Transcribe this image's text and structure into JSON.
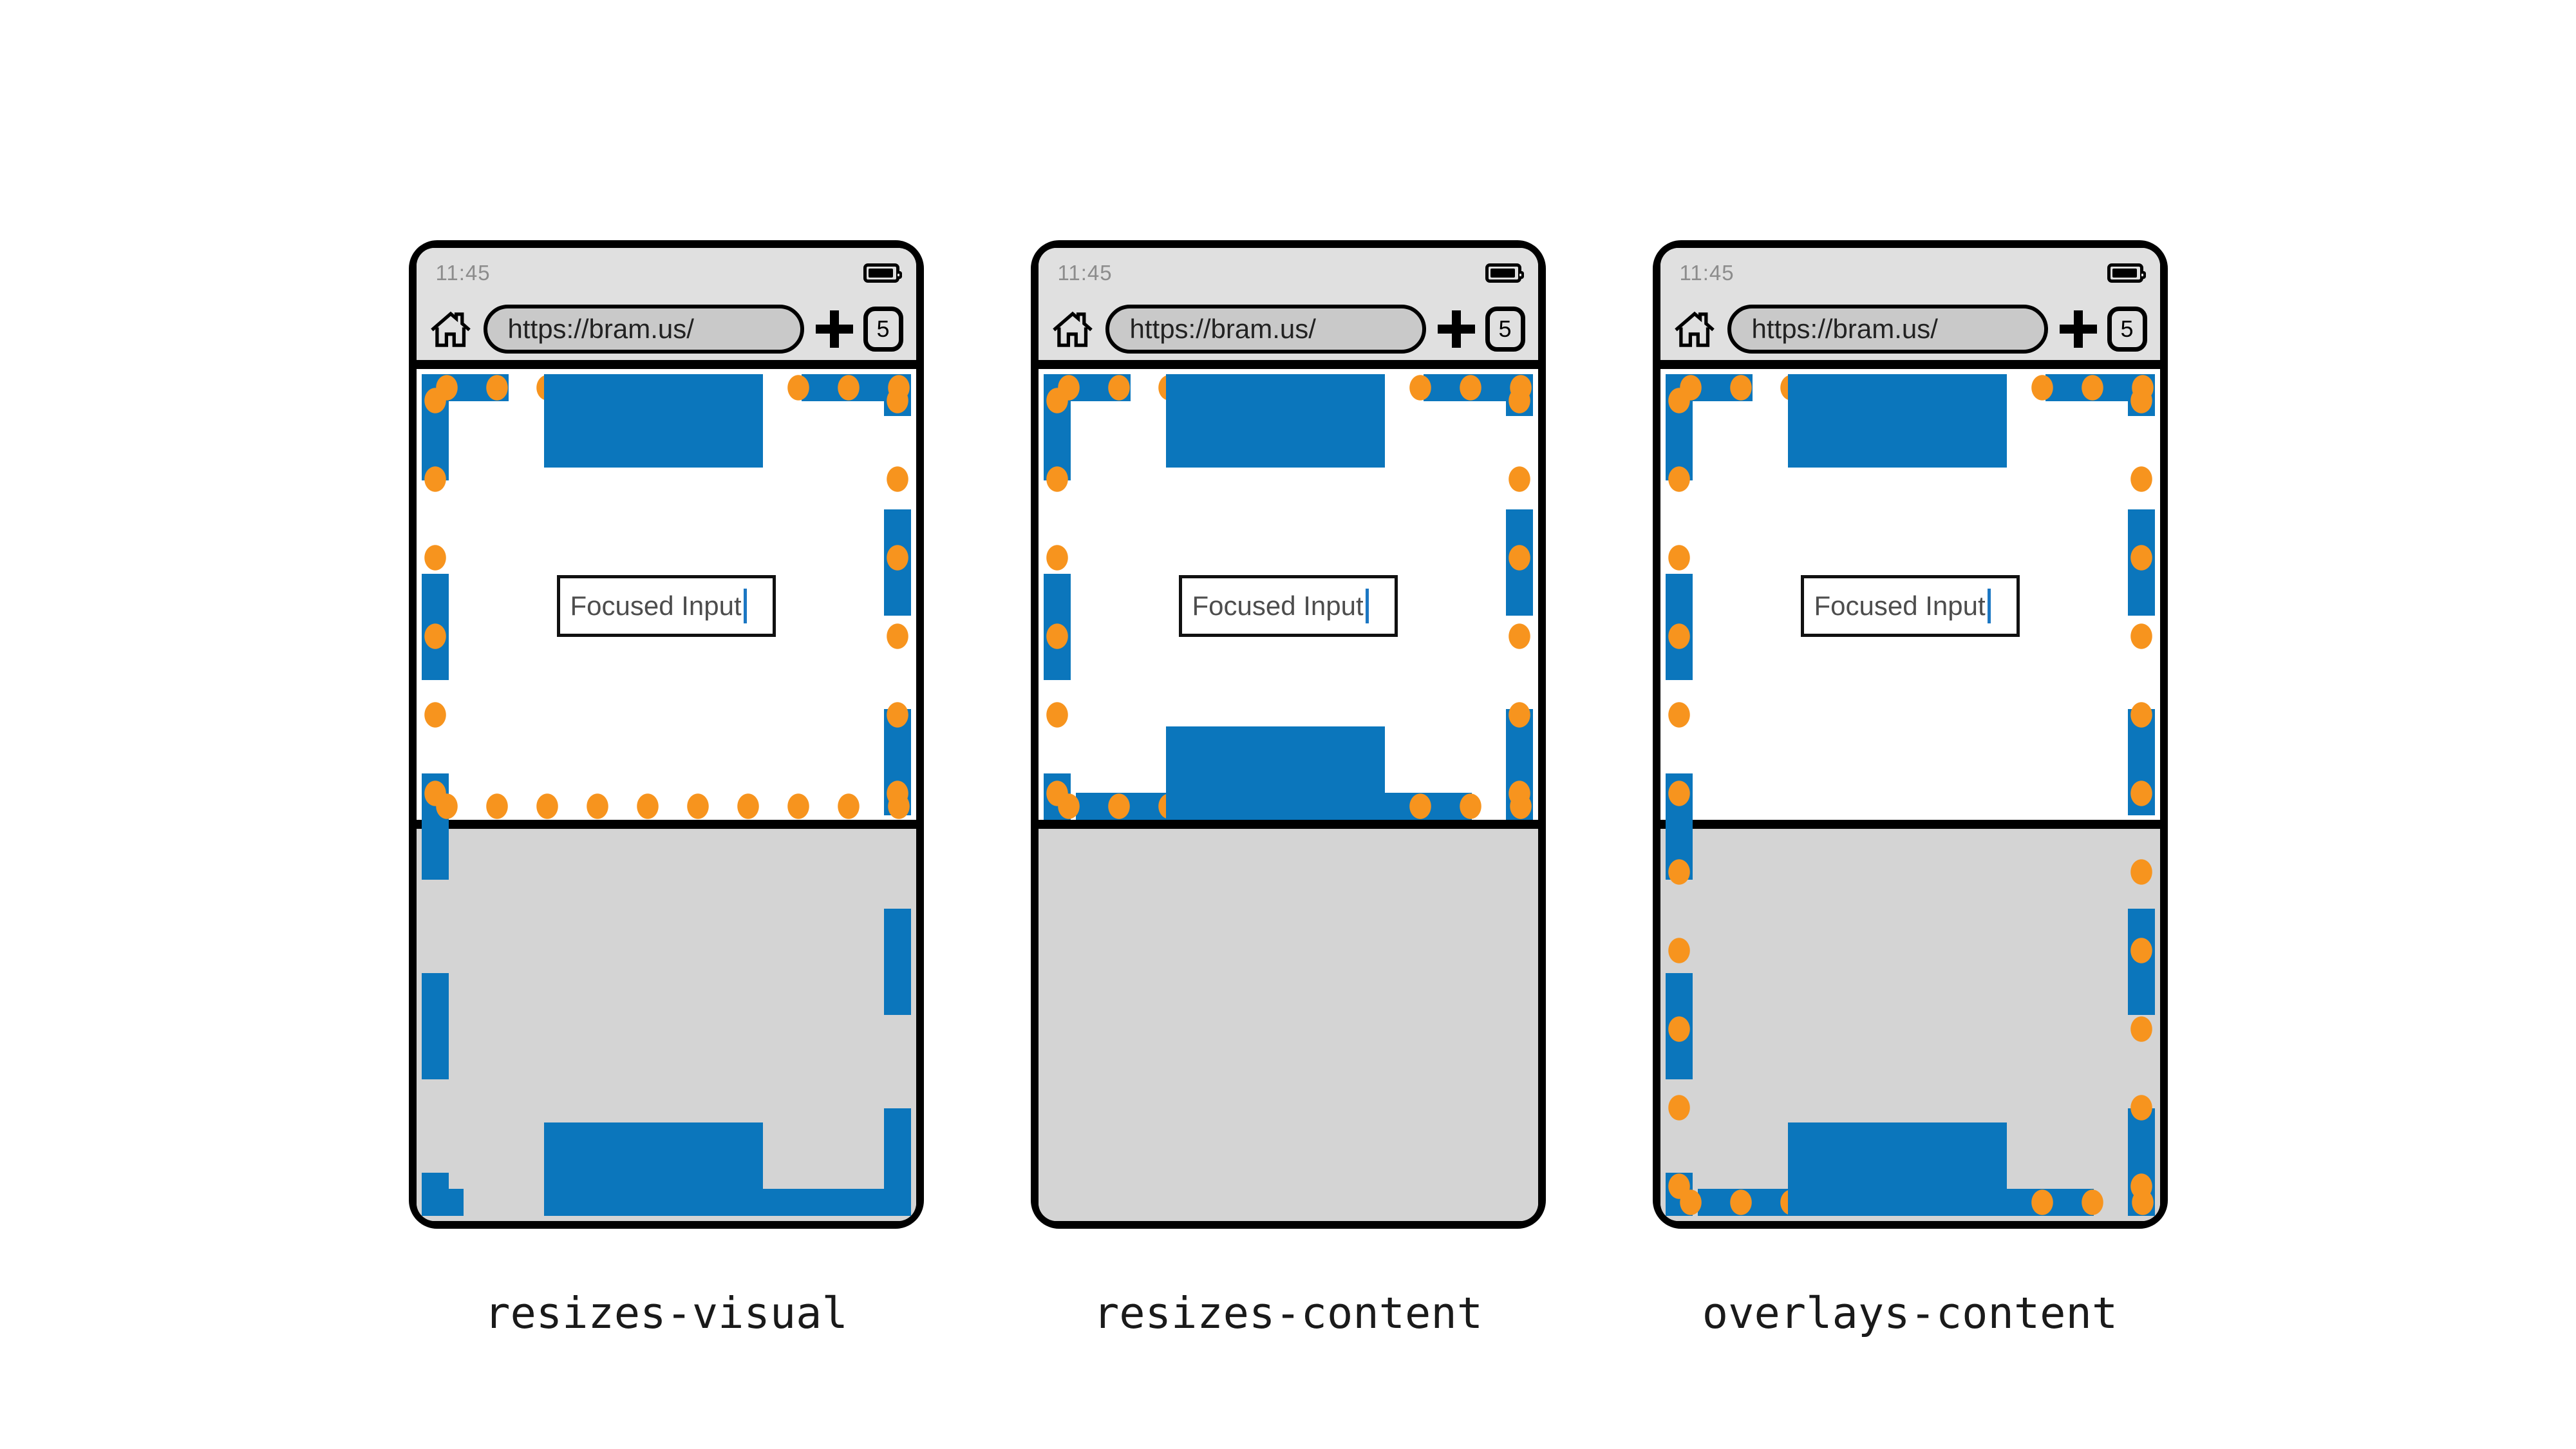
{
  "colors": {
    "viewport_border_blue": "#0b76bc",
    "visual_viewport_dot_orange": "#f7941e",
    "keyboard_gray": "#d4d4d4",
    "browser_chrome_gray": "#e0e0e0",
    "url_pill_gray": "#c9c9c9",
    "caret_blue": "#1c77c3"
  },
  "icons": {
    "home": "house-outline",
    "battery": "battery-full",
    "new_tab": "plus",
    "tabs": "rounded-square-counter",
    "caret": "text-cursor"
  },
  "phones": [
    {
      "mode": "resizes-visual",
      "status_time": "11:45",
      "url": "https://bram.us/",
      "tab_count": "5",
      "input_value": "Focused Input",
      "label": "resizes-visual"
    },
    {
      "mode": "resizes-content",
      "status_time": "11:45",
      "url": "https://bram.us/",
      "tab_count": "5",
      "input_value": "Focused Input",
      "label": "resizes-content"
    },
    {
      "mode": "overlays-content",
      "status_time": "11:45",
      "url": "https://bram.us/",
      "tab_count": "5",
      "input_value": "Focused Input",
      "label": "overlays-content"
    }
  ]
}
